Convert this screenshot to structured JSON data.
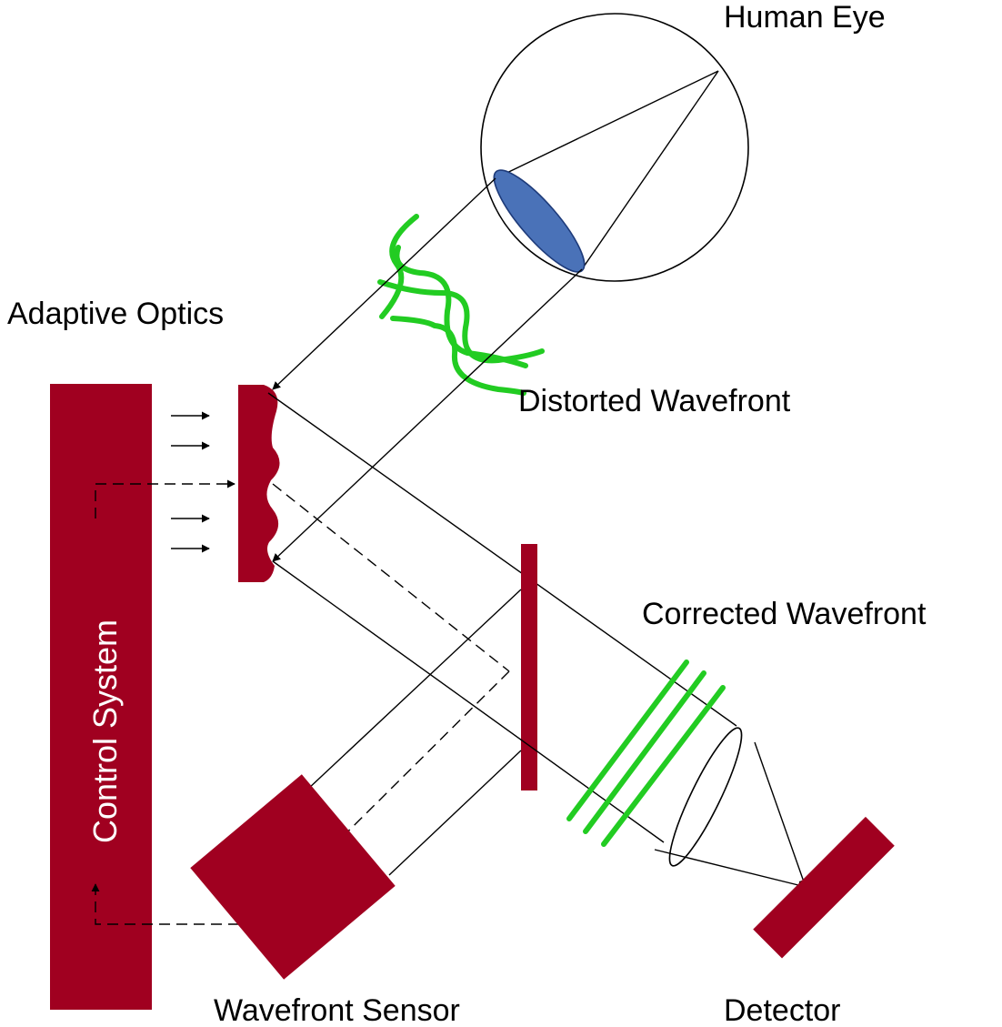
{
  "labels": {
    "human_eye": "Human Eye",
    "adaptive_optics": "Adaptive Optics",
    "distorted_wavefront": "Distorted Wavefront",
    "corrected_wavefront": "Corrected  Wavefront",
    "control_system": "Control System",
    "wavefront_sensor": "Wavefront Sensor",
    "detector": "Detector"
  },
  "colors": {
    "component": "#a00020",
    "wavefront": "#22cc22",
    "lens": "#4a72b8",
    "ray": "#000000"
  }
}
